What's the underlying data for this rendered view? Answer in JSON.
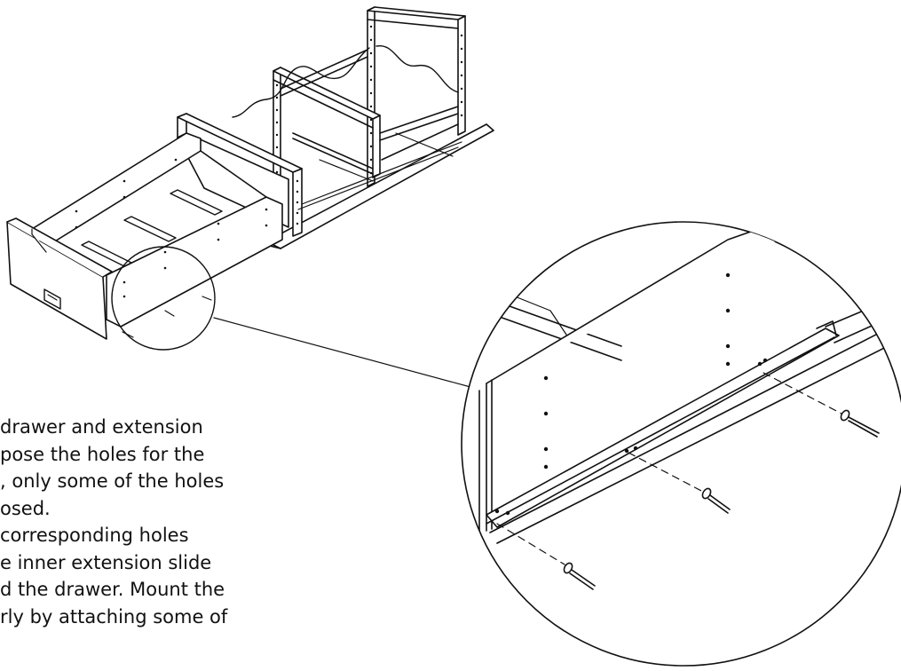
{
  "instructions": {
    "lines": [
      "drawer and extension",
      "pose the holes for the",
      ", only some of the holes",
      "osed.",
      "corresponding holes",
      "e inner extension slide",
      "d the drawer. Mount the",
      "rly by attaching some of"
    ]
  },
  "illustration": {
    "main_figure": "rack-frame-with-pulled-out-drawer",
    "detail_figure": "magnified-slide-rail-with-screws",
    "line_color": "#111111",
    "fill_color": "#ffffff"
  }
}
